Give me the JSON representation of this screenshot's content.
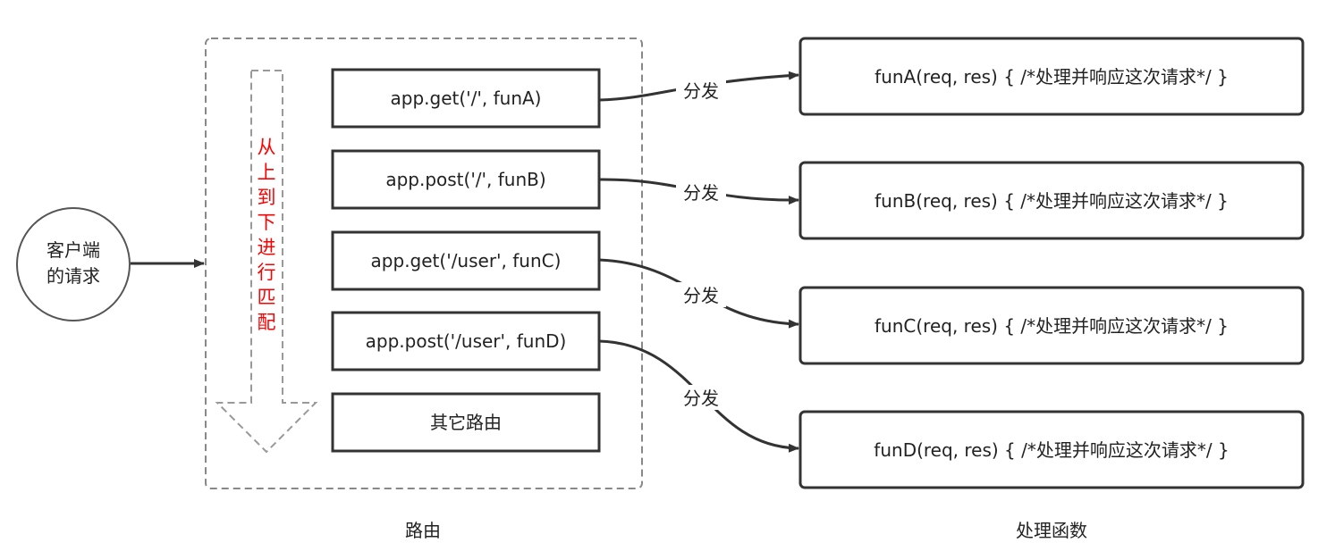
{
  "client": {
    "line1": "客户端",
    "line2": "的请求"
  },
  "match_note": [
    "从",
    "上",
    "到",
    "下",
    "进",
    "行",
    "匹",
    "配"
  ],
  "routes": [
    {
      "label": "app.get('/', funA)"
    },
    {
      "label": "app.post('/', funB)"
    },
    {
      "label": "app.get('/user', funC)"
    },
    {
      "label": "app.post('/user', funD)"
    },
    {
      "label": "其它路由"
    }
  ],
  "dispatch_label": "分发",
  "handlers": [
    {
      "label": "funA(req, res) { /*处理并响应这次请求*/ }"
    },
    {
      "label": "funB(req, res) { /*处理并响应这次请求*/ }"
    },
    {
      "label": "funC(req, res) { /*处理并响应这次请求*/ }"
    },
    {
      "label": "funD(req, res) { /*处理并响应这次请求*/ }"
    }
  ],
  "captions": {
    "routes": "路由",
    "handlers": "处理函数"
  },
  "colors": {
    "stroke": "#333333",
    "dashed": "#888888",
    "note": "#ff0000"
  }
}
